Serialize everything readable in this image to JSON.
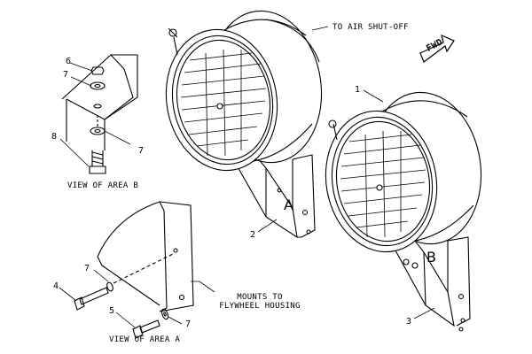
{
  "labels": {
    "to_air_shutoff": "TO AIR SHUT-OFF",
    "fwd": "FWD",
    "view_area_b": "VIEW OF AREA B",
    "view_area_a": "VIEW OF AREA A",
    "mounts_line1": "MOUNTS TO",
    "mounts_line2": "FLYWHEEL HOUSING",
    "area_a": "A",
    "area_b": "B"
  },
  "callouts": {
    "c1": "1",
    "c2": "2",
    "c3": "3",
    "c4": "4",
    "c5": "5",
    "c6": "6",
    "c7a": "7",
    "c7b": "7",
    "c7c": "7",
    "c7d": "7",
    "c8": "8"
  }
}
